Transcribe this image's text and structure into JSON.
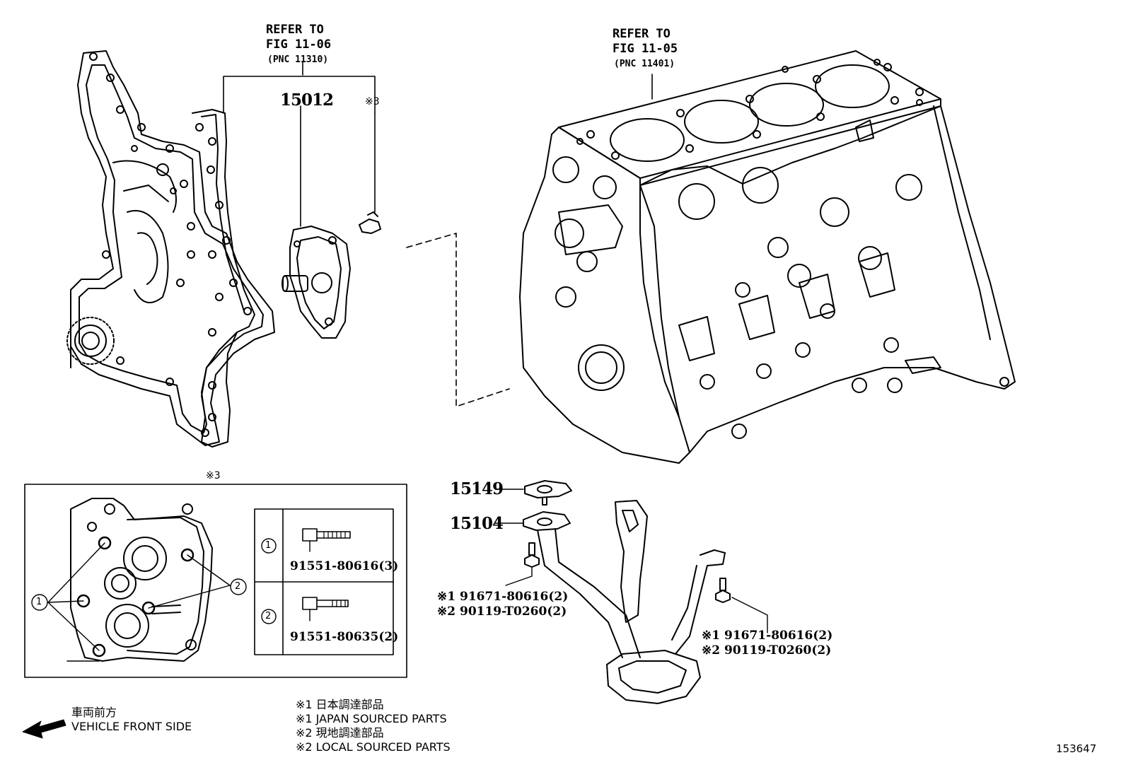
{
  "refer_left": {
    "line1": "REFER TO",
    "line2": "FIG 11-06",
    "line3": "(PNC 11310)"
  },
  "refer_right": {
    "line1": "REFER TO",
    "line2": "FIG 11-05",
    "line3": "(PNC 11401)"
  },
  "parts": {
    "water_pump": "15012",
    "gasket": "15149",
    "strainer": "15104"
  },
  "markers": {
    "bolt_ref": "※3",
    "detail_ref": "※3",
    "callout_1": "1",
    "callout_2": "2"
  },
  "bolt_table": [
    {
      "mark": "1",
      "part": "91551-80616(3)"
    },
    {
      "mark": "2",
      "part": "91551-80635(2)"
    }
  ],
  "bolts_left": {
    "line1": "※1 91671-80616(2)",
    "line2": "※2 90119-T0260(2)"
  },
  "bolts_right": {
    "line1": "※1 91671-80616(2)",
    "line2": "※2 90119-T0260(2)"
  },
  "legend": {
    "direction_jp": "車両前方",
    "direction_en": "VEHICLE FRONT SIDE",
    "note1_jp": "※1  日本調達部品",
    "note1_en": "※1  JAPAN SOURCED PARTS",
    "note2_jp": "※2  現地調達部品",
    "note2_en": "※2  LOCAL SOURCED PARTS"
  },
  "figure_id": "153647"
}
